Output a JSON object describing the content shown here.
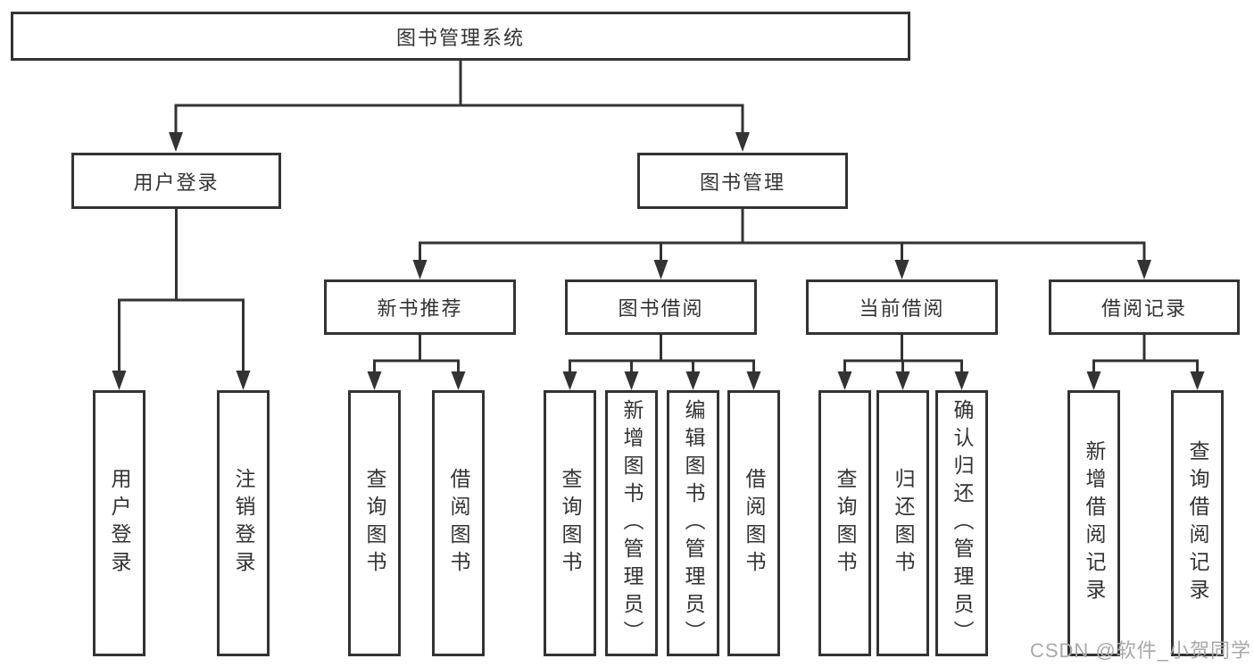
{
  "diagram": {
    "root": {
      "label": "图书管理系统"
    },
    "branches": [
      {
        "label": "用户登录",
        "children": [
          {
            "label": "用户登录"
          },
          {
            "label": "注销登录"
          }
        ]
      },
      {
        "label": "图书管理",
        "children": [
          {
            "label": "新书推荐",
            "children": [
              {
                "label": "查询图书"
              },
              {
                "label": "借阅图书"
              }
            ]
          },
          {
            "label": "图书借阅",
            "children": [
              {
                "label": "查询图书"
              },
              {
                "label": "新增图书（管理员）"
              },
              {
                "label": "编辑图书（管理员）"
              },
              {
                "label": "借阅图书"
              }
            ]
          },
          {
            "label": "当前借阅",
            "children": [
              {
                "label": "查询图书"
              },
              {
                "label": "归还图书"
              },
              {
                "label": "确认归还（管理员）"
              }
            ]
          },
          {
            "label": "借阅记录",
            "children": [
              {
                "label": "新增借阅记录"
              },
              {
                "label": "查询借阅记录"
              }
            ]
          }
        ]
      }
    ]
  },
  "watermark": "CSDN @软件_小贺同学",
  "colors": {
    "line": "#333333",
    "text": "#333333",
    "watermark_text": "#a8a8a8",
    "background": "#ffffff"
  }
}
